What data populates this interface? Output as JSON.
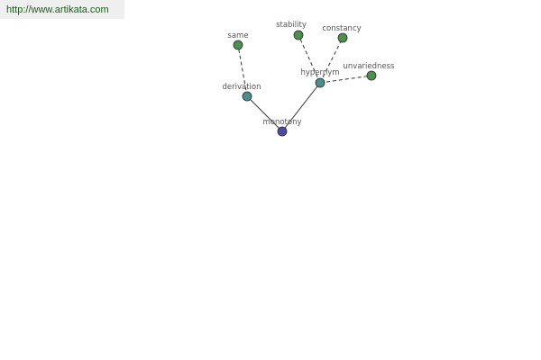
{
  "header": {
    "source_url": "http://www.artikata.com"
  },
  "graph": {
    "colors": {
      "root": "#4a4aa0",
      "relation": "#4a8f8f",
      "leaf": "#4e8f4e"
    },
    "nodes": {
      "same": "same",
      "stability": "stability",
      "constancy": "constancy",
      "unvariedness": "unvariedness",
      "derivation": "derivation",
      "hypernym": "hypernym",
      "monotony": "monotony"
    }
  }
}
